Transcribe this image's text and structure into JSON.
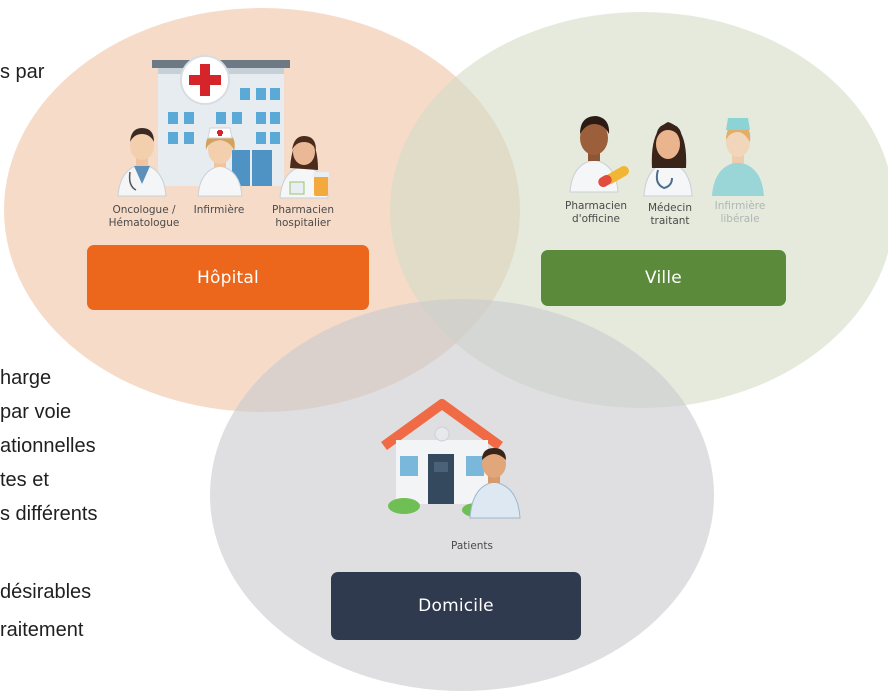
{
  "background_text": {
    "lines": [
      "s par",
      "harge",
      "par voie",
      "ationnelles",
      "tes et",
      "s différents",
      "désirables",
      "raitement"
    ]
  },
  "hopital": {
    "button_label": "Hôpital",
    "color": "#ec671b",
    "circle_color": "#f6d8c4",
    "staff": [
      {
        "label": "Oncologue /\nHématologue"
      },
      {
        "label": "Infirmière"
      },
      {
        "label": "Pharmacien\nhospitalier"
      }
    ]
  },
  "ville": {
    "button_label": "Ville",
    "color": "#5b8a3a",
    "circle_color": "#dfe6d6",
    "staff": [
      {
        "label": "Pharmacien\nd'officine"
      },
      {
        "label": "Médecin\ntraitant"
      },
      {
        "label": "Infirmière\nlibérale"
      }
    ]
  },
  "domicile": {
    "button_label": "Domicile",
    "color": "#2f3a4e",
    "circle_color": "#d6d7db",
    "patient_label": "Patients"
  }
}
